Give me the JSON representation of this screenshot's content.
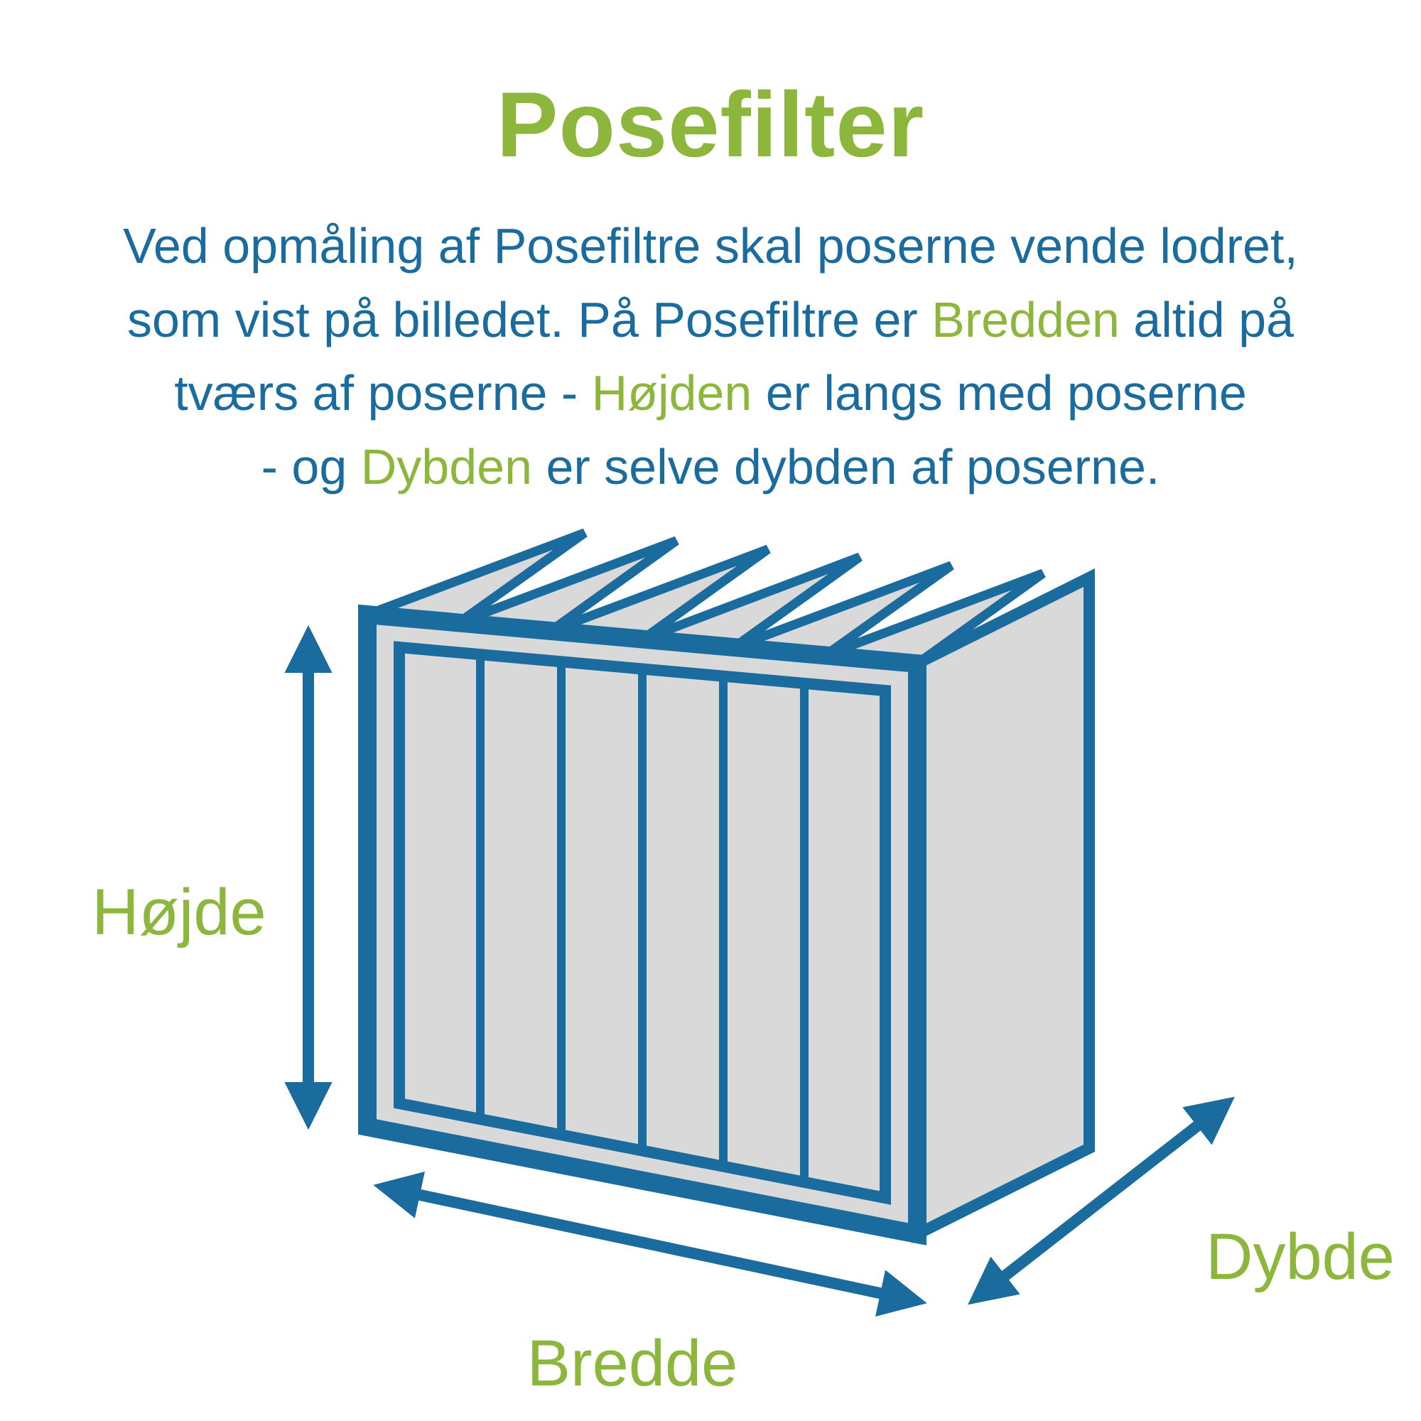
{
  "title": "Posefilter",
  "colors": {
    "green": "#8CB63C",
    "blue": "#1A6B9E",
    "gray": "#D9D9D9",
    "background": "#FFFFFF"
  },
  "paragraph": {
    "lines": [
      [
        {
          "text": "Ved opmåling af Posefiltre skal poserne vende lodret,",
          "color": "blue"
        }
      ],
      [
        {
          "text": "som vist på billedet. På Posefiltre er ",
          "color": "blue"
        },
        {
          "text": "Bredden",
          "color": "green"
        },
        {
          "text": " altid på",
          "color": "blue"
        }
      ],
      [
        {
          "text": "tværs af poserne - ",
          "color": "blue"
        },
        {
          "text": "Højden",
          "color": "green"
        },
        {
          "text": " er langs med poserne",
          "color": "blue"
        }
      ],
      [
        {
          "text": "- og ",
          "color": "blue"
        },
        {
          "text": "Dybden",
          "color": "green"
        },
        {
          "text": " er selve dybden af poserne.",
          "color": "blue"
        }
      ]
    ]
  },
  "diagram": {
    "labels": {
      "height": "Højde",
      "width": "Bredde",
      "depth": "Dybde"
    },
    "filter": {
      "pockets": 6,
      "bags": 6
    }
  }
}
